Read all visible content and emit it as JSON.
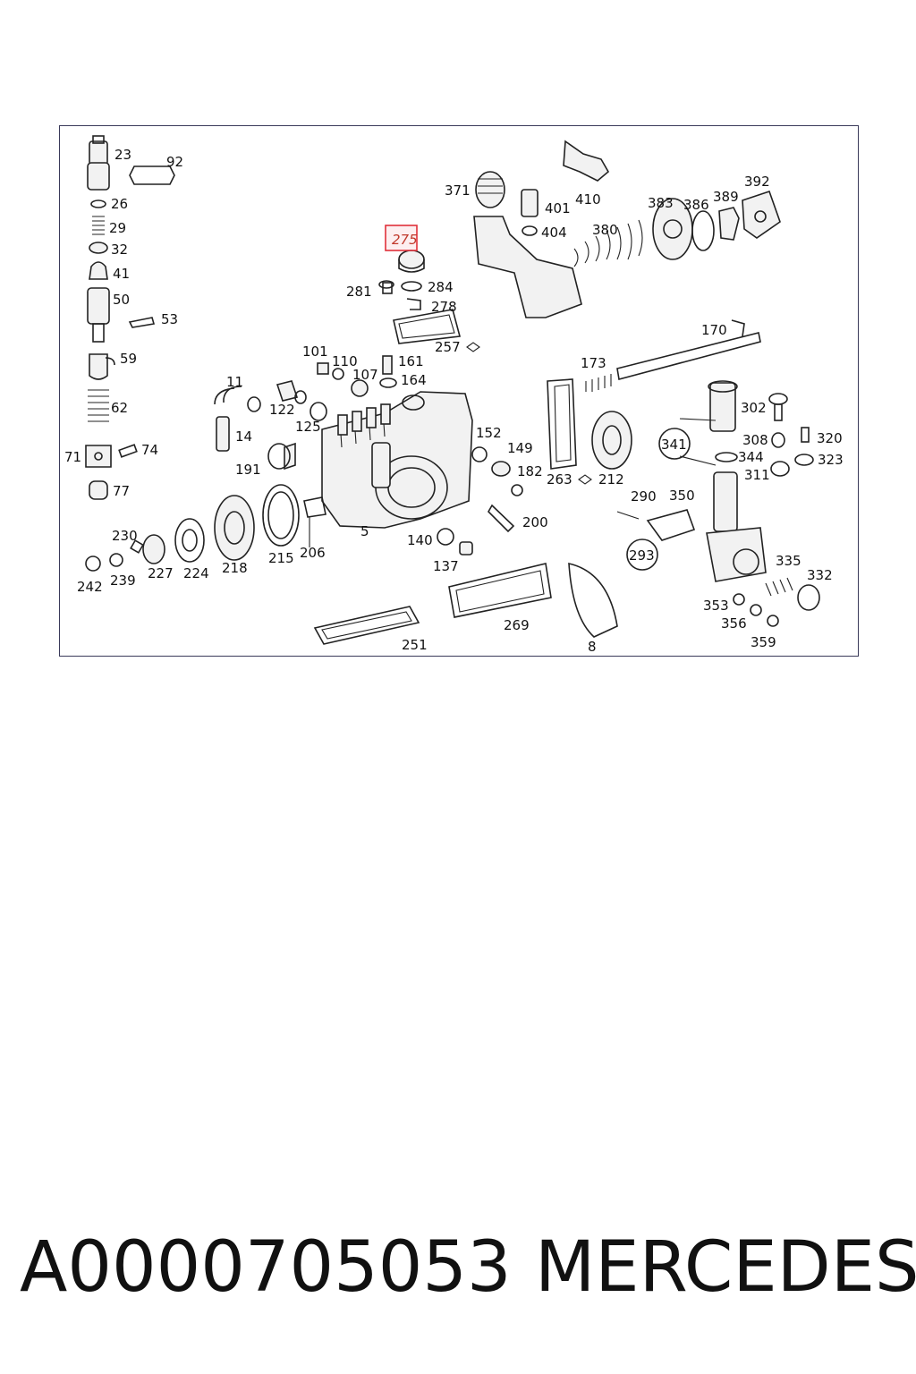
{
  "diagram": {
    "highlight_color": "#e0303a",
    "highlighted_label": "275",
    "labels": [
      "23",
      "92",
      "26",
      "29",
      "32",
      "41",
      "50",
      "53",
      "59",
      "62",
      "71",
      "74",
      "77",
      "371",
      "401",
      "410",
      "404",
      "383",
      "386",
      "389",
      "392",
      "380",
      "275",
      "281",
      "284",
      "278",
      "257",
      "170",
      "101",
      "110",
      "107",
      "161",
      "164",
      "11",
      "122",
      "125",
      "14",
      "191",
      "152",
      "149",
      "182",
      "173",
      "263",
      "212",
      "302",
      "341",
      "308",
      "320",
      "344",
      "323",
      "311",
      "290",
      "350",
      "293",
      "335",
      "332",
      "353",
      "356",
      "359",
      "200",
      "140",
      "137",
      "269",
      "8",
      "251",
      "5",
      "206",
      "215",
      "218",
      "224",
      "227",
      "230",
      "239",
      "242"
    ]
  },
  "footer": {
    "part_number": "A0000705053",
    "brand": "MERCEDES"
  }
}
